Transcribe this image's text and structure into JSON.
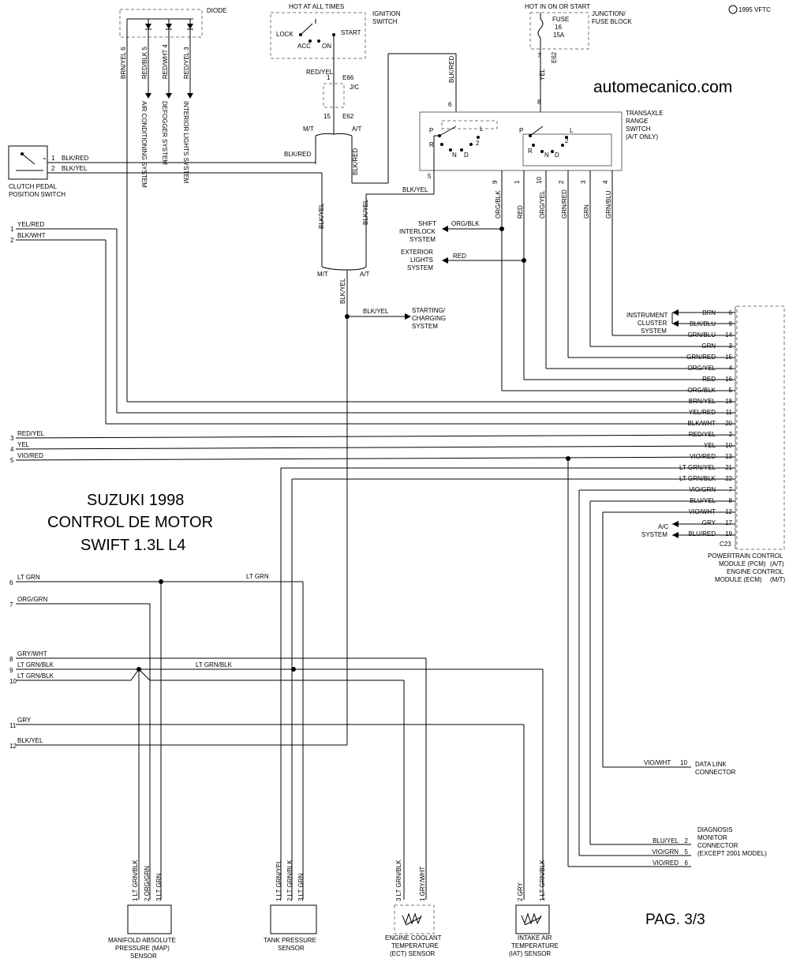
{
  "copyright": "1995 VFTC",
  "website": "automecanico.com",
  "title": {
    "line1": "SUZUKI 1998",
    "line2": "CONTROL DE MOTOR",
    "line3": "SWIFT 1.3L L4"
  },
  "page": "PAG. 3/3",
  "diode": {
    "label": "DIODE",
    "pins": [
      "BRN/YEL 6",
      "RED/BLK 5",
      "RED/WHT 4",
      "RED/YEL 3"
    ],
    "systems": [
      "AIR CONDITIONING SYSTEM",
      "DEFOGGER SYSTEM",
      "INTERIOR LIGHTS SYSTEM"
    ]
  },
  "ignition": {
    "hot": "HOT AT ALL TIMES",
    "label1": "IGNITION",
    "label2": "SWITCH",
    "lock": "LOCK",
    "start": "START",
    "acc": "ACC",
    "on": "ON",
    "wire": "RED/YEL",
    "pin1": "1",
    "pin15": "15",
    "e66": "E66",
    "jc": "J/C",
    "e62": "E62",
    "mt": "M/T",
    "at": "A/T",
    "blkred": "BLK/RED",
    "blkred2": "BLK/RED"
  },
  "fuse": {
    "hot": "HOT IN ON OR START",
    "label1": "JUNCTION/",
    "label2": "FUSE BLOCK",
    "f1": "FUSE",
    "f2": "16",
    "f3": "15A",
    "pin": "7",
    "wire": "YEL",
    "e62": "E62",
    "pin8": "8"
  },
  "transaxle": {
    "label1": "TRANSAXLE",
    "label2": "RANGE",
    "label3": "SWITCH",
    "label4": "(A/T ONLY)",
    "p": "P",
    "r": "R",
    "n": "N",
    "d": "D",
    "l": "L",
    "two": "2",
    "pin6": "6",
    "wire6": "BLK/RED",
    "pin5": "5",
    "wire5": "BLK/YEL",
    "pins": [
      {
        "num": "9",
        "color": "ORG/BLK"
      },
      {
        "num": "1",
        "color": "RED"
      },
      {
        "num": "10",
        "color": "ORG/YEL"
      },
      {
        "num": "2",
        "color": "GRN/RED"
      },
      {
        "num": "3",
        "color": "GRN"
      },
      {
        "num": "4",
        "color": "GRN/BLU"
      }
    ]
  },
  "clutch": {
    "label1": "CLUTCH PEDAL",
    "label2": "POSITION SWITCH",
    "pin1": "1",
    "wire1": "BLK/RED",
    "pin2": "2",
    "wire2": "BLK/YEL"
  },
  "left_wires": [
    {
      "num": "1",
      "color": "YEL/RED"
    },
    {
      "num": "2",
      "color": "BLK/WHT"
    },
    {
      "num": "3",
      "color": "RED/YEL"
    },
    {
      "num": "4",
      "color": "YEL"
    },
    {
      "num": "5",
      "color": "VIO/RED"
    }
  ],
  "mid_labels": {
    "blkyel_v": "BLK/YEL",
    "blkyel_v2": "BLK/YEL",
    "mt": "M/T",
    "at": "A/T",
    "blkyel_v3": "BLK/YEL",
    "starting_wire": "BLK/YEL",
    "starting1": "STARTING/",
    "starting2": "CHARGING",
    "starting3": "SYSTEM",
    "shift1": "SHIFT",
    "shift2": "INTERLOCK",
    "shift3": "SYSTEM",
    "shift_wire": "ORG/BLK",
    "ext1": "EXTERIOR",
    "ext2": "LIGHTS",
    "ext3": "SYSTEM",
    "ext_wire": "RED",
    "inst1": "INSTRUMENT",
    "inst2": "CLUSTER",
    "inst3": "SYSTEM",
    "ac1": "A/C",
    "ac2": "SYSTEM"
  },
  "pcm": {
    "c23": "C23",
    "label1": "POWERTRAIN CONTROL",
    "label2": "MODULE (PCM)",
    "label2b": "(A/T)",
    "label3": "ENGINE CONTROL",
    "label4": "MODULE (ECM)",
    "label4b": "(M/T)",
    "pins": [
      {
        "color": "BRN",
        "num": "6"
      },
      {
        "color": "BLK/BLU",
        "num": "9"
      },
      {
        "color": "GRN/BLU",
        "num": "14"
      },
      {
        "color": "GRN",
        "num": "3"
      },
      {
        "color": "GRN/RED",
        "num": "15"
      },
      {
        "color": "ORG/YEL",
        "num": "4"
      },
      {
        "color": "RED",
        "num": "16"
      },
      {
        "color": "ORG/BLK",
        "num": "5"
      },
      {
        "color": "BRN/YEL",
        "num": "18"
      },
      {
        "color": "YEL/RED",
        "num": "11"
      },
      {
        "color": "BLK/WHT",
        "num": "20"
      },
      {
        "color": "RED/YEL",
        "num": "2"
      },
      {
        "color": "YEL",
        "num": "10"
      },
      {
        "color": "VIO/RED",
        "num": "13"
      },
      {
        "color": "LT GRN/YEL",
        "num": "21"
      },
      {
        "color": "LT GRN/BLK",
        "num": "22"
      },
      {
        "color": "VIO/GRN",
        "num": "7"
      },
      {
        "color": "BLU/YEL",
        "num": "8"
      },
      {
        "color": "VIO/WHT",
        "num": "12"
      },
      {
        "color": "GRY",
        "num": "17"
      },
      {
        "color": "BLU/RED",
        "num": "19"
      }
    ]
  },
  "lower_left": [
    {
      "num": "6",
      "color": "LT GRN"
    },
    {
      "num": "7",
      "color": "ORG/GRN"
    },
    {
      "num": "8",
      "color": "GRY/WHT"
    },
    {
      "num": "9",
      "color": "LT GRN/BLK"
    },
    {
      "num": "10",
      "color": "LT GRN/BLK"
    },
    {
      "num": "11",
      "color": "GRY"
    },
    {
      "num": "12",
      "color": "BLK/YEL"
    }
  ],
  "lt_grn_mid": "LT GRN",
  "lt_grn_blk_mid": "LT GRN/BLK",
  "dlc": {
    "wire": "VIO/WHT",
    "pin": "10",
    "label1": "DATA LINK",
    "label2": "CONNECTOR"
  },
  "diag": {
    "label1": "DIAGNOSIS",
    "label2": "MONITOR",
    "label3": "CONNECTOR",
    "label4": "(EXCEPT 2001 MODEL)",
    "pins": [
      {
        "color": "BLU/YEL",
        "num": "2"
      },
      {
        "color": "VIO/GRN",
        "num": "5"
      },
      {
        "color": "VIO/RED",
        "num": "6"
      }
    ]
  },
  "sensors": {
    "map": {
      "label1": "MANIFOLD ABSOLUTE",
      "label2": "PRESSURE (MAP)",
      "label3": "SENSOR",
      "pins": [
        "1  LT GRN/BLK",
        "2  ORG/GRN",
        "3  LT GRN"
      ]
    },
    "tank": {
      "label1": "TANK PRESSURE",
      "label2": "SENSOR",
      "pins": [
        "1  LT GRN/YEL",
        "2  LT GRN/BLK",
        "3  LT GRN"
      ]
    },
    "ect": {
      "label1": "ENGINE COOLANT",
      "label2": "TEMPERATURE",
      "label3": "(ECT) SENSOR",
      "pins": [
        "3  LT GRN/BLK",
        "1 GRY/WHT"
      ]
    },
    "iat": {
      "label1": "INTAKE AIR",
      "label2": "TEMPERATURE",
      "label3": "(IAT) SENSOR",
      "pins": [
        "2 GRY",
        "1  LT GRN/BLK"
      ]
    }
  }
}
